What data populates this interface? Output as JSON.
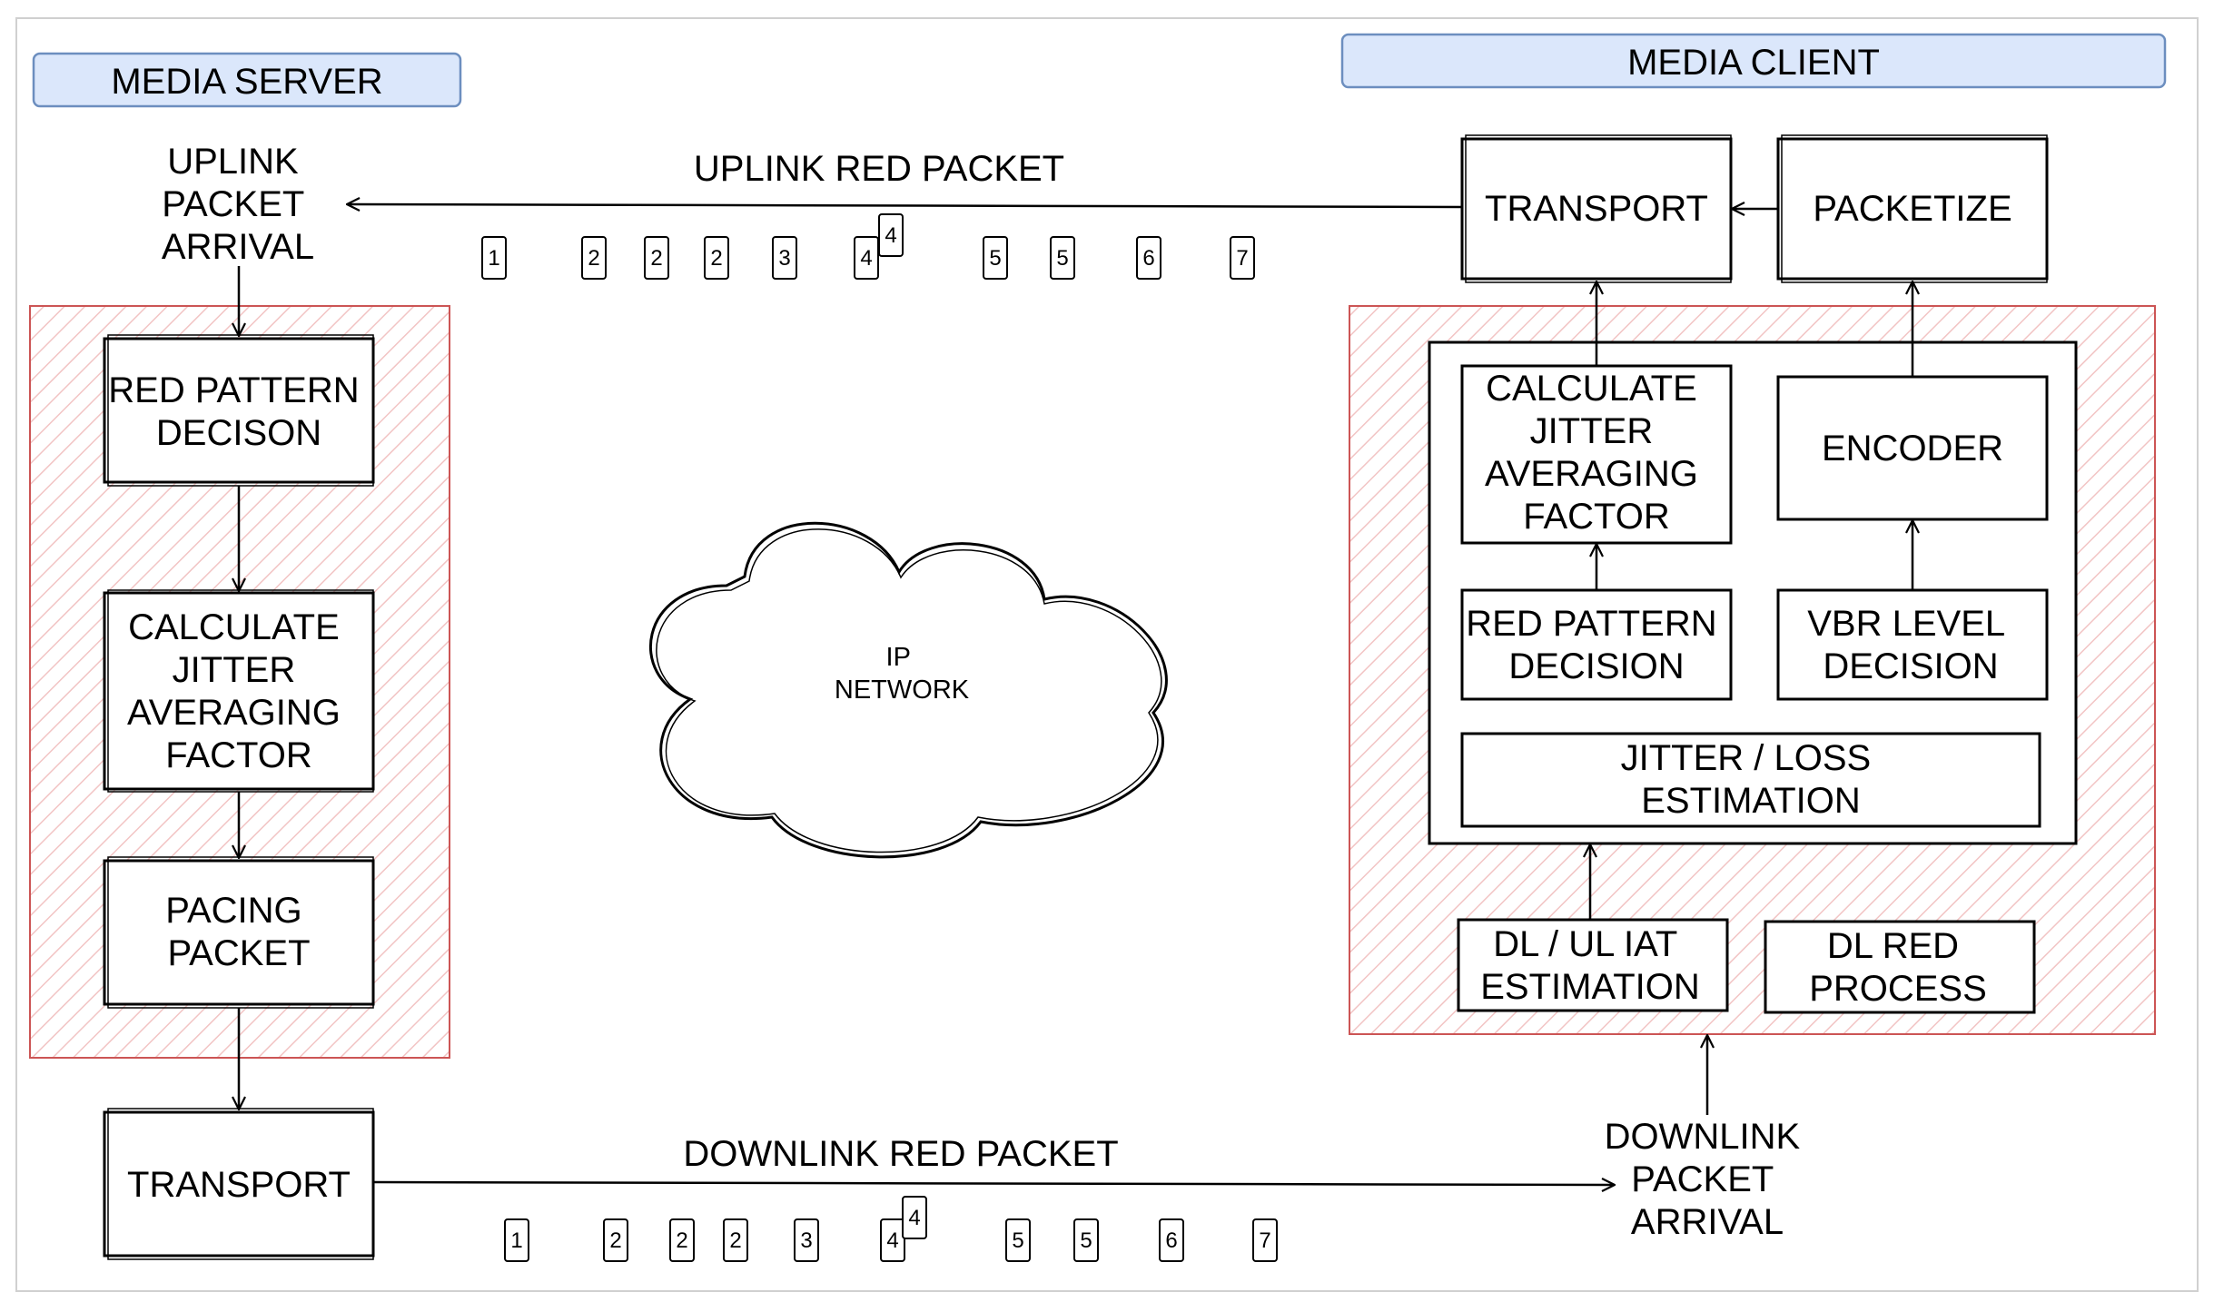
{
  "headers": {
    "server": "MEDIA SERVER",
    "client": "MEDIA CLIENT"
  },
  "server": {
    "uplink_arrival": [
      "UPLINK",
      "PACKET",
      "ARRIVAL"
    ],
    "red_pattern": [
      "RED PATTERN",
      "DECISON"
    ],
    "calc_jitter": [
      "CALCULATE",
      "JITTER",
      "AVERAGING",
      "FACTOR"
    ],
    "pacing": [
      "PACING",
      "PACKET"
    ],
    "transport": "TRANSPORT"
  },
  "client": {
    "transport": "TRANSPORT",
    "packetize": "PACKETIZE",
    "calc_jitter": [
      "CALCULATE",
      "JITTER",
      "AVERAGING",
      "FACTOR"
    ],
    "encoder": "ENCODER",
    "red_pattern": [
      "RED PATTERN",
      "DECISION"
    ],
    "vbr": [
      "VBR LEVEL",
      "DECISION"
    ],
    "jitter_loss": [
      "JITTER / LOSS",
      "ESTIMATION"
    ],
    "iat": [
      "DL / UL IAT",
      "ESTIMATION"
    ],
    "dl_red": [
      "DL RED",
      "PROCESS"
    ],
    "downlink_arrival": [
      "DOWNLINK",
      "PACKET",
      "ARRIVAL"
    ]
  },
  "network": {
    "cloud_label": [
      "IP",
      "NETWORK"
    ],
    "uplink_label": "UPLINK RED PACKET",
    "downlink_label": "DOWNLINK RED PACKET",
    "uplink_packets": [
      "1",
      "2",
      "2",
      "2",
      "3",
      "4",
      "4",
      "5",
      "5",
      "6",
      "7"
    ],
    "downlink_packets": [
      "1",
      "2",
      "2",
      "2",
      "3",
      "4",
      "4",
      "5",
      "5",
      "6",
      "7"
    ]
  },
  "colors": {
    "header_fill": "#dbe7fb",
    "header_stroke": "#6c8ebf",
    "zone_stroke": "#cc5555",
    "zone_hatch": "#f2c4c4"
  }
}
